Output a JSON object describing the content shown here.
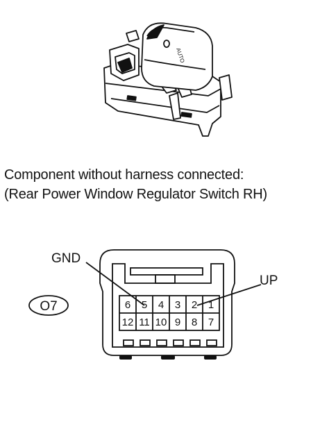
{
  "caption": {
    "line1": "Component without harness connected:",
    "line2": "(Rear Power Window Regulator Switch RH)"
  },
  "switch_drawing": {
    "engraved_text": "AUTO"
  },
  "connector": {
    "code": "O7",
    "labels": {
      "gnd": "GND",
      "up": "UP"
    },
    "pins_top_row": [
      "6",
      "5",
      "4",
      "3",
      "2",
      "1"
    ],
    "pins_bottom_row": [
      "12",
      "11",
      "10",
      "9",
      "8",
      "7"
    ]
  }
}
